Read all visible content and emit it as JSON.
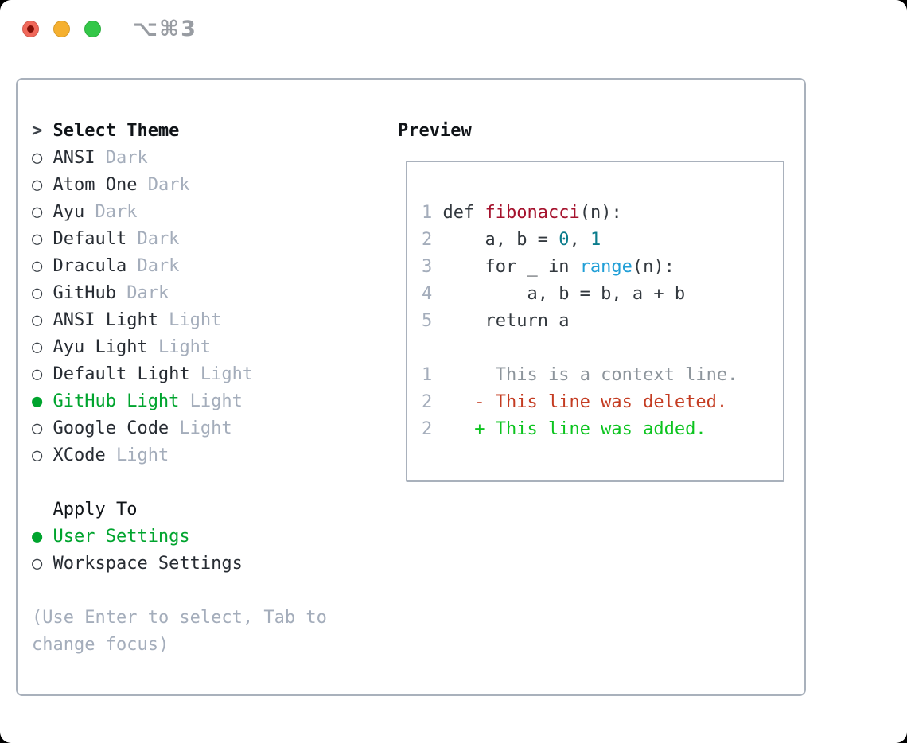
{
  "window": {
    "shortcut_title": "⌥⌘3"
  },
  "traffic_lights": {
    "close_color": "#f0685a",
    "close_dot_color": "#820e06",
    "minimize_color": "#f5b02f",
    "maximize_color": "#33c748"
  },
  "markers": {
    "selected": "●",
    "unselected": "○"
  },
  "theme_selector": {
    "prompt": ">",
    "title": "Select Theme",
    "items": [
      {
        "label": "ANSI",
        "tag": "Dark",
        "selected": false
      },
      {
        "label": "Atom One",
        "tag": "Dark",
        "selected": false
      },
      {
        "label": "Ayu",
        "tag": "Dark",
        "selected": false
      },
      {
        "label": "Default",
        "tag": "Dark",
        "selected": false
      },
      {
        "label": "Dracula",
        "tag": "Dark",
        "selected": false
      },
      {
        "label": "GitHub",
        "tag": "Dark",
        "selected": false
      },
      {
        "label": "ANSI Light",
        "tag": "Light",
        "selected": false
      },
      {
        "label": "Ayu Light",
        "tag": "Light",
        "selected": false
      },
      {
        "label": "Default Light",
        "tag": "Light",
        "selected": false
      },
      {
        "label": "GitHub Light",
        "tag": "Light",
        "selected": true
      },
      {
        "label": "Google Code",
        "tag": "Light",
        "selected": false
      },
      {
        "label": "XCode",
        "tag": "Light",
        "selected": false
      }
    ],
    "apply_to": {
      "title": "Apply To",
      "options": [
        {
          "label": "User Settings",
          "selected": true
        },
        {
          "label": "Workspace Settings",
          "selected": false
        }
      ]
    },
    "hint_lines": [
      "(Use Enter to select, Tab to",
      "change focus)"
    ]
  },
  "preview": {
    "title": "Preview",
    "lines": [
      {
        "segments": [
          {
            "t": "1",
            "c": "ln"
          },
          {
            "t": " def ",
            "c": "pl"
          },
          {
            "t": "fibonacci",
            "c": "fn"
          },
          {
            "t": "(n):",
            "c": "pl"
          }
        ]
      },
      {
        "segments": [
          {
            "t": "2",
            "c": "ln"
          },
          {
            "t": "     a, b = ",
            "c": "pl"
          },
          {
            "t": "0",
            "c": "nm"
          },
          {
            "t": ", ",
            "c": "pl"
          },
          {
            "t": "1",
            "c": "nm"
          }
        ]
      },
      {
        "segments": [
          {
            "t": "3",
            "c": "ln"
          },
          {
            "t": "     for _ in ",
            "c": "pl"
          },
          {
            "t": "range",
            "c": "bi"
          },
          {
            "t": "(n):",
            "c": "pl"
          }
        ]
      },
      {
        "segments": [
          {
            "t": "4",
            "c": "ln"
          },
          {
            "t": "         a, b = b, a + b",
            "c": "pl"
          }
        ]
      },
      {
        "segments": [
          {
            "t": "5",
            "c": "ln"
          },
          {
            "t": "     return a",
            "c": "pl"
          }
        ]
      },
      {
        "segments": []
      },
      {
        "segments": [
          {
            "t": "1",
            "c": "ln"
          },
          {
            "t": "      ",
            "c": "pl"
          },
          {
            "t": "This is a context line.",
            "c": "ctx"
          }
        ]
      },
      {
        "segments": [
          {
            "t": "2",
            "c": "ln"
          },
          {
            "t": "    ",
            "c": "pl"
          },
          {
            "t": "- This line was deleted.",
            "c": "del"
          }
        ]
      },
      {
        "segments": [
          {
            "t": "2",
            "c": "ln"
          },
          {
            "t": "    ",
            "c": "pl"
          },
          {
            "t": "+ This line was added.",
            "c": "add"
          }
        ]
      }
    ]
  },
  "colors": {
    "accent_green": "#00a42e",
    "diff_added_green": "#0cc41f",
    "diff_deleted_red": "#c43c22",
    "function_red": "#a5122d",
    "builtin_blue": "#219fd7",
    "number_teal": "#0b7c8c",
    "muted_gray": "#a4adbb",
    "panel_border": "#a9b1bc"
  }
}
